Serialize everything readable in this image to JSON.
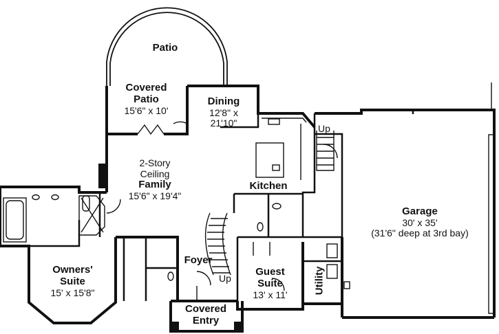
{
  "plan": {
    "rooms": {
      "patio": {
        "name": "Patio"
      },
      "covered_patio": {
        "name_line1": "Covered",
        "name_line2": "Patio",
        "dims": "15'6\" x 10'"
      },
      "dining": {
        "name": "Dining",
        "dims_line1": "12'8\" x",
        "dims_line2": "21'10\""
      },
      "family": {
        "line1": "2-Story",
        "line2": "Ceiling",
        "name": "Family",
        "dims": "15'6\" x 19'4\""
      },
      "kitchen": {
        "name": "Kitchen"
      },
      "garage": {
        "name": "Garage",
        "dims_line1": "30' x 35'",
        "dims_line2": "(31'6\" deep at 3rd bay)"
      },
      "owners_suite": {
        "name_line1": "Owners'",
        "name_line2": "Suite",
        "dims": "15' x 15'8\""
      },
      "foyer": {
        "name": "Foyer"
      },
      "guest_suite": {
        "name_line1": "Guest",
        "name_line2": "Suite",
        "dims": "13' x 11'"
      },
      "utility": {
        "name": "Utility"
      },
      "covered_entry": {
        "name_line1": "Covered",
        "name_line2": "Entry"
      }
    },
    "stairs": {
      "up_top": "Up",
      "up_foyer": "Up"
    }
  }
}
